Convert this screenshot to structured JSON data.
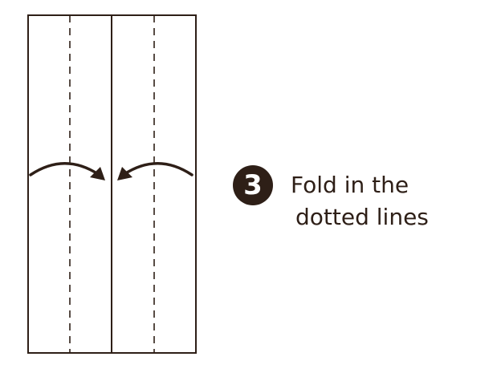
{
  "step": {
    "number": "3",
    "text_line1": "Fold in the",
    "text_line2": "dotted lines"
  },
  "colors": {
    "ink": "#2e1f17",
    "paper": "#ffffff"
  }
}
